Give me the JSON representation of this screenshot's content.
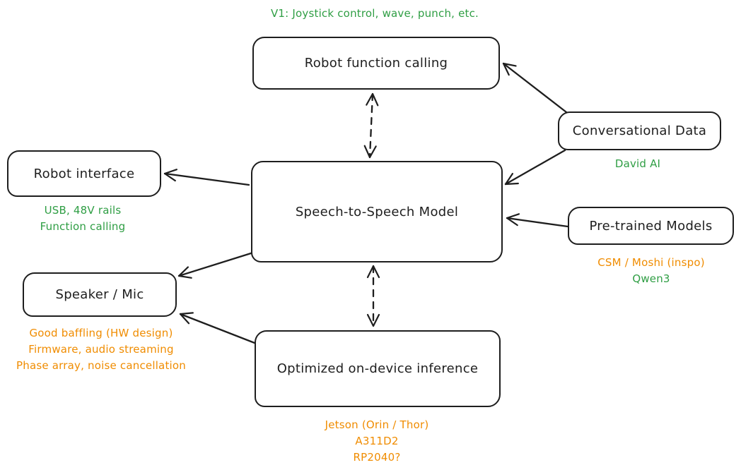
{
  "diagram": {
    "colors": {
      "stroke": "#1e1e1e",
      "green": "#2f9e44",
      "orange": "#f08c00",
      "background": "#ffffff"
    },
    "nodes": {
      "robot_function_calling": {
        "label": "Robot function calling"
      },
      "conversational_data": {
        "label": "Conversational Data"
      },
      "speech_to_speech_model": {
        "label": "Speech-to-Speech Model"
      },
      "robot_interface": {
        "label": "Robot interface"
      },
      "speaker_mic": {
        "label": "Speaker / Mic"
      },
      "pretrained_models": {
        "label": "Pre-trained Models"
      },
      "optimized_on_device_inference": {
        "label": "Optimized on-device inference"
      }
    },
    "annotations": {
      "v1_features": {
        "text": "V1: Joystick control, wave, punch, etc.",
        "color": "#2f9e44"
      },
      "david_ai": {
        "text": "David AI",
        "color": "#2f9e44"
      },
      "robot_interface_notes": {
        "color": "#2f9e44",
        "lines": [
          "USB, 48V rails",
          "Function calling"
        ]
      },
      "speaker_mic_notes": {
        "color": "#f08c00",
        "lines": [
          "Good baffling (HW design)",
          "Firmware, audio streaming",
          "Phase array, noise cancellation"
        ]
      },
      "pretrained_models_notes": {
        "lines": [
          {
            "text": "CSM / Moshi (inspo)",
            "color": "#f08c00"
          },
          {
            "text": "Qwen3",
            "color": "#2f9e44"
          }
        ]
      },
      "inference_notes": {
        "color": "#f08c00",
        "lines": [
          "Jetson (Orin / Thor)",
          "A311D2",
          "RP2040?"
        ]
      }
    },
    "edges": [
      {
        "from": "conversational_data",
        "to": "robot_function_calling",
        "style": "solid"
      },
      {
        "from": "conversational_data",
        "to": "speech_to_speech_model",
        "style": "solid"
      },
      {
        "from": "pretrained_models",
        "to": "speech_to_speech_model",
        "style": "solid"
      },
      {
        "from": "speech_to_speech_model",
        "to": "robot_interface",
        "style": "solid"
      },
      {
        "from": "speech_to_speech_model",
        "to": "speaker_mic",
        "style": "solid"
      },
      {
        "from": "optimized_on_device_inference",
        "to": "speaker_mic",
        "style": "solid"
      },
      {
        "from": "speech_to_speech_model",
        "to": "robot_function_calling",
        "style": "dashed-bidirectional"
      },
      {
        "from": "speech_to_speech_model",
        "to": "optimized_on_device_inference",
        "style": "dashed-bidirectional"
      }
    ]
  }
}
